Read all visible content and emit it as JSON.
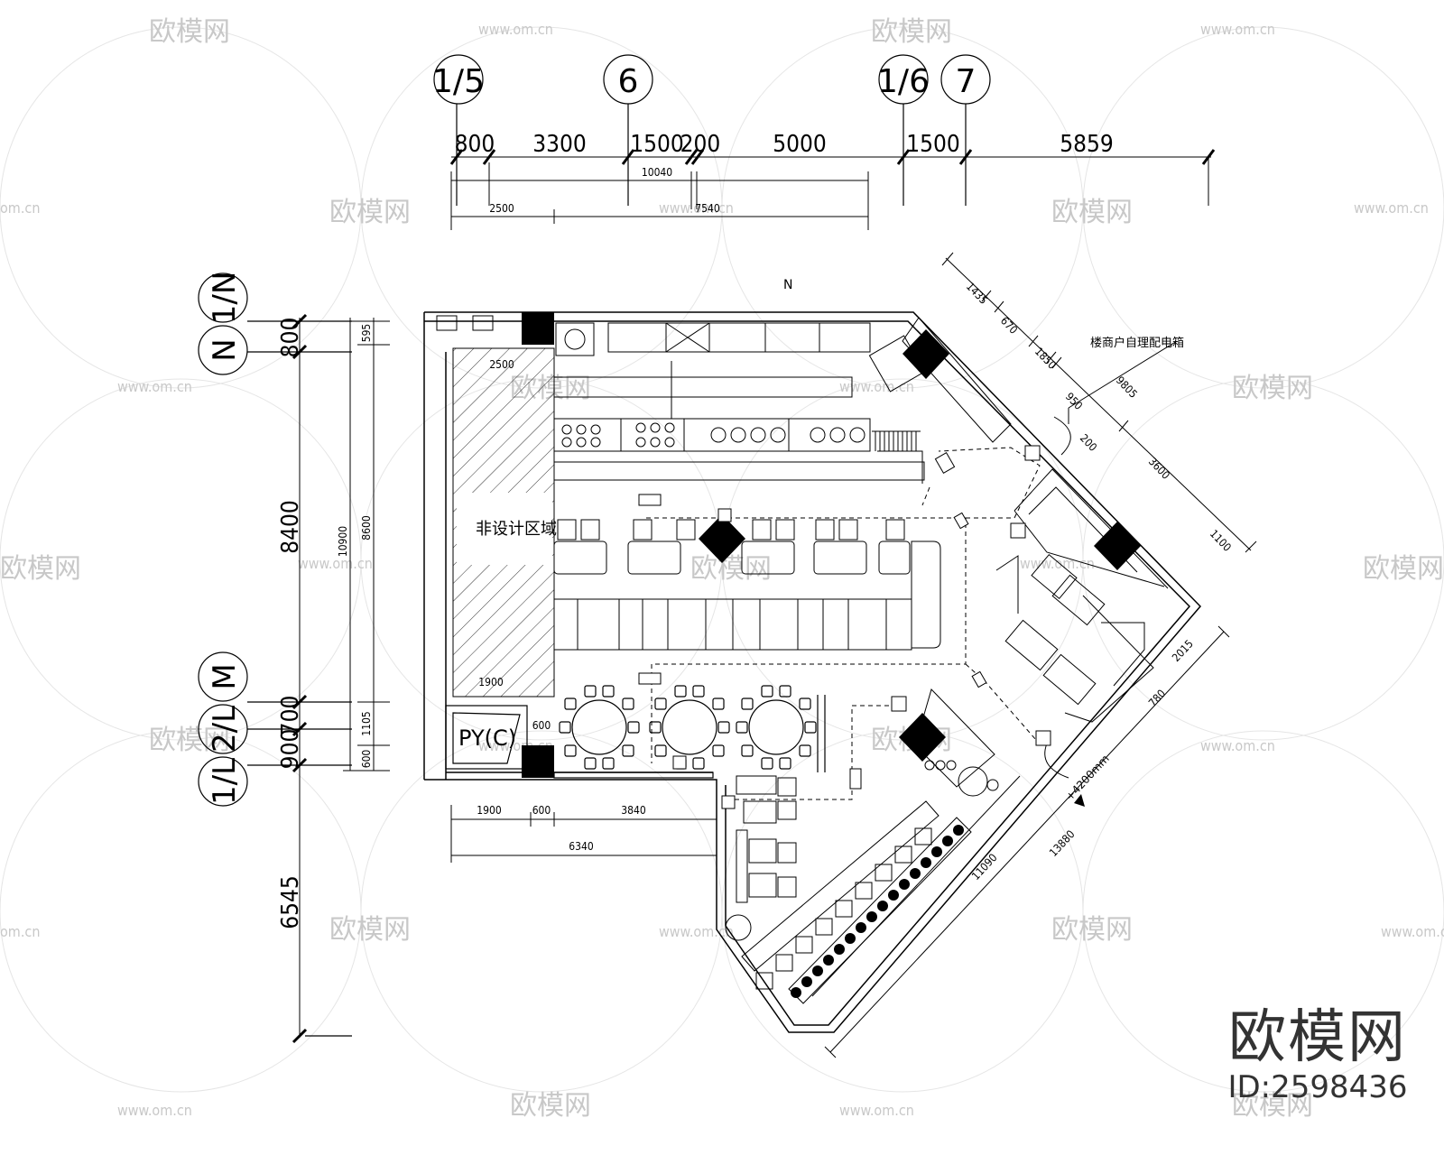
{
  "grid_top": [
    "1/5",
    "6",
    "1/6",
    "7"
  ],
  "grid_left": [
    "1/N",
    "N",
    "M",
    "2/L",
    "1/L"
  ],
  "dims_top": {
    "d1": "800",
    "d2": "3300",
    "d3": "1500",
    "d4": "200",
    "d5": "5000",
    "d6": "1500",
    "d7": "5859",
    "sub1": "10040",
    "sub2": "2500",
    "sub3": "7540"
  },
  "dims_left": {
    "outer1": "800",
    "outer2": "8400",
    "outer3": "700",
    "outer4": "900",
    "outer5": "6545",
    "inner1": "10900",
    "inner2": "8600",
    "r1": "595",
    "r2": "1105",
    "r3": "600",
    "v1": "8600"
  },
  "dims_bottom": {
    "b1": "1900",
    "b2": "600",
    "b3": "3840",
    "b4": "6340",
    "in1": "1900",
    "in2": "600",
    "in3": "2500"
  },
  "dims_diag": {
    "a1": "1435",
    "a2": "670",
    "a3": "1850",
    "a4": "950",
    "a5": "200",
    "a6": "9805",
    "a7": "3600",
    "a8": "1100",
    "a9": "2015",
    "a10": "780",
    "a11": "11090",
    "a12": "13880"
  },
  "labels": {
    "non_design": "非设计区域",
    "py": "PY(C)",
    "north": "N",
    "elec_box": "楼商户自理配电箱",
    "level": "+4200mm"
  },
  "watermark": {
    "brand": "欧模网",
    "url": "www.om.cn",
    "domain": "om.cn"
  },
  "brand": {
    "name": "欧模网",
    "id": "ID:2598436"
  }
}
